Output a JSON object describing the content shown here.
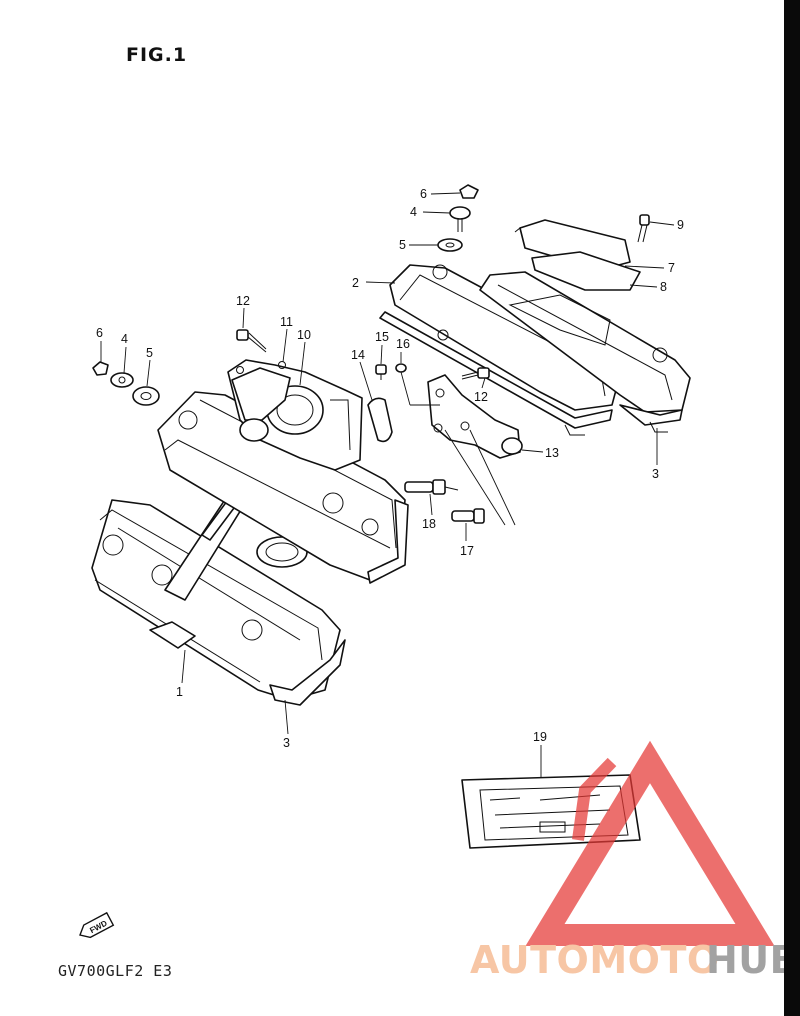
{
  "figure_title": "FIG.1",
  "model_code": "GV700GLF2  E3",
  "fwd_label": "FWD",
  "watermark": {
    "part1": "AUTOMOTO",
    "part2": "HUB",
    "color1": "#f4b183",
    "color2": "#7f7f7f",
    "triangle_color": "#e53935"
  },
  "callouts": {
    "c1": "1",
    "c2": "2",
    "c3a": "3",
    "c3b": "3",
    "c4a": "4",
    "c4b": "4",
    "c5a": "5",
    "c5b": "5",
    "c6a": "6",
    "c6b": "6",
    "c7": "7",
    "c8": "8",
    "c9": "9",
    "c10": "10",
    "c11": "11",
    "c12a": "12",
    "c12b": "12",
    "c13": "13",
    "c14": "14",
    "c15": "15",
    "c16": "16",
    "c17": "17",
    "c18": "18",
    "c19": "19"
  }
}
